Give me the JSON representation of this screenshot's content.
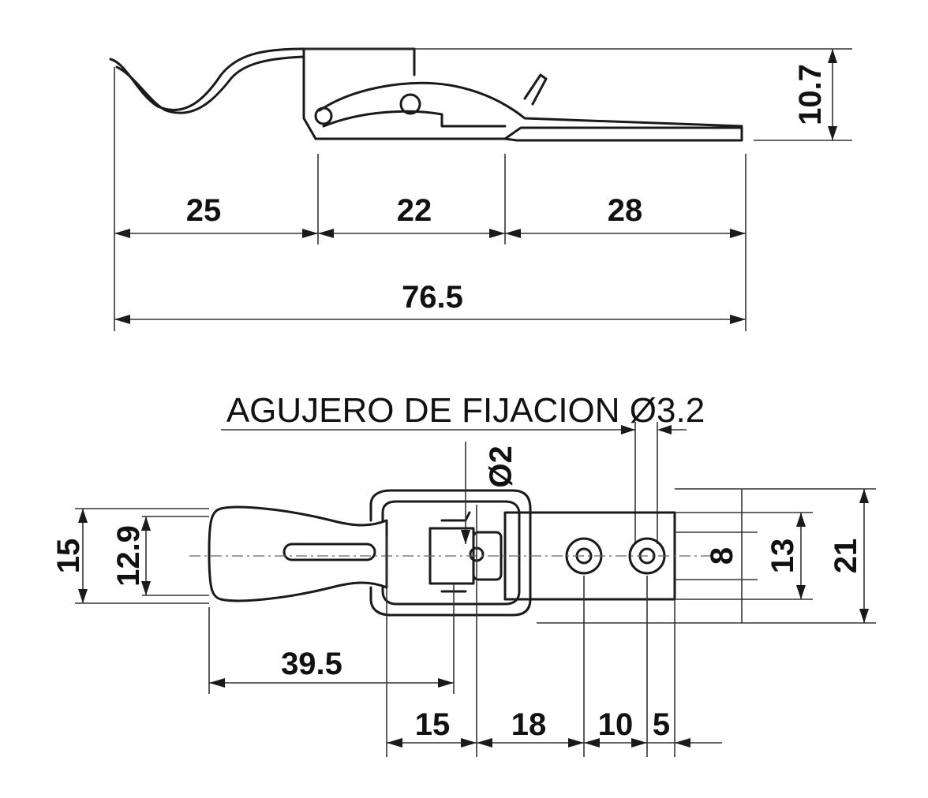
{
  "title": "AGUJERO DE FIJACION Ø3.2",
  "dimensions": {
    "side_height": "10.7",
    "seg_a": "25",
    "seg_b": "22",
    "seg_c": "28",
    "overall_length": "76.5",
    "pin_diameter": "Ø2",
    "handle_width": "15",
    "handle_inner_width": "12.9",
    "plate_slot": "8",
    "plate_inner": "13",
    "plate_width": "21",
    "handle_length": "39.5",
    "bottom_a": "15",
    "bottom_b": "18",
    "bottom_c": "10",
    "bottom_d": "5"
  }
}
